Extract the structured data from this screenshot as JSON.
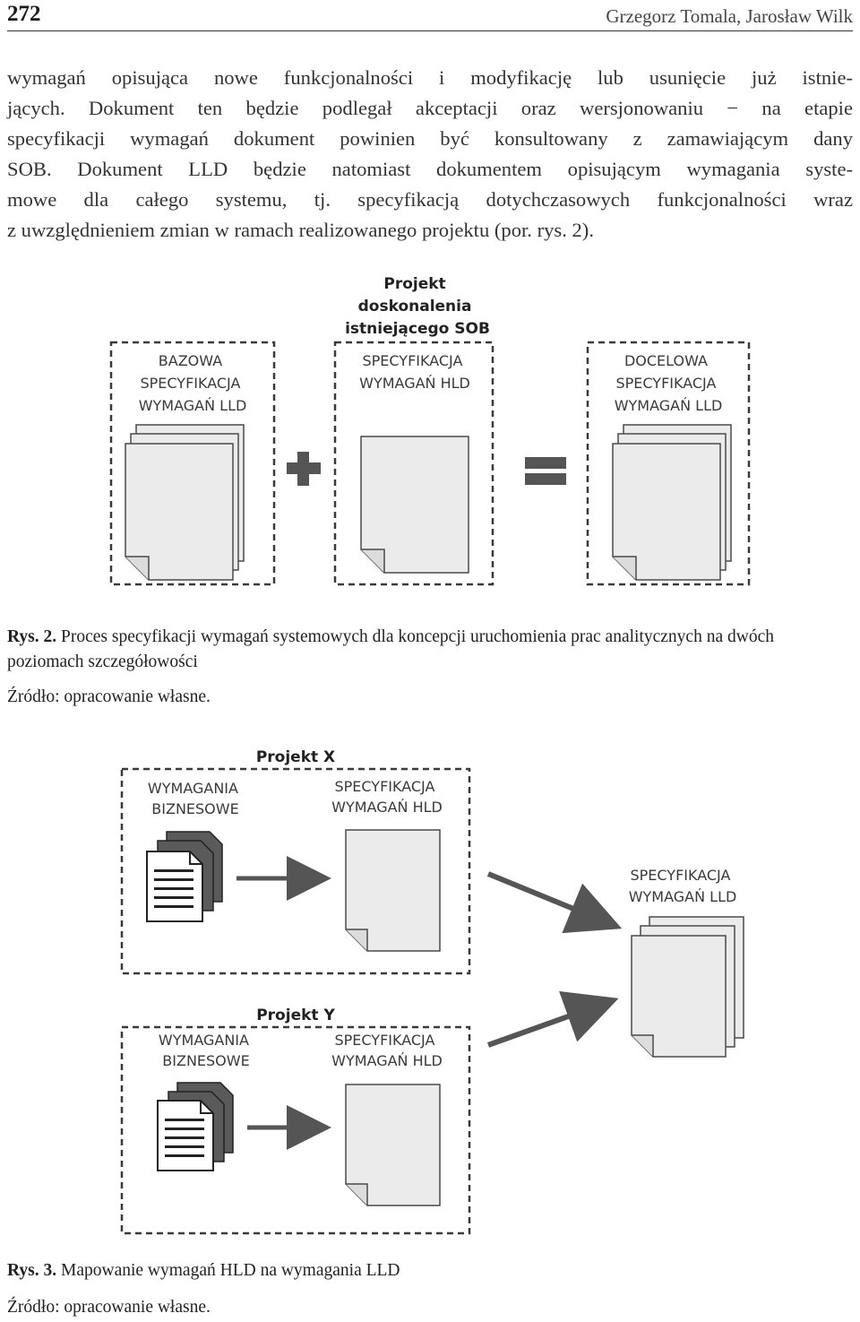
{
  "header": {
    "page_number": "272",
    "authors": "Grzegorz Tomala, Jarosław Wilk"
  },
  "paragraph": {
    "lines": [
      "wymagań opisująca nowe funkcjonalności i modyfikację lub usunięcie już istnie-",
      "jących. Dokument ten będzie podlegał akceptacji oraz wersjonowaniu − na etapie",
      "specyfikacji wymagań dokument powinien być konsultowany z zamawiającym dany",
      "SOB. Dokument LLD będzie natomiast dokumentem opisującym wymagania syste-",
      "mowe dla całego systemu, tj. specyfikacją dotychczasowych funkcjonalności wraz",
      "z uwzględnieniem zmian w ramach realizowanego projektu (por. rys. 2)."
    ]
  },
  "figure2": {
    "project_title": [
      "Projekt",
      "doskonalenia",
      "istniejącego SOB"
    ],
    "left_box": [
      "BAZOWA",
      "SPECYFIKACJA",
      "WYMAGAŃ LLD"
    ],
    "middle_box": [
      "SPECYFIKACJA",
      "WYMAGAŃ HLD"
    ],
    "right_box": [
      "DOCELOWA",
      "SPECYFIKACJA",
      "WYMAGAŃ LLD"
    ],
    "caption_label": "Rys. 2.",
    "caption_text": "Proces specyfikacji wymagań systemowych dla koncepcji uruchomienia prac analitycznych na dwóch poziomach szczegółowości",
    "source": "Źródło: opracowanie własne."
  },
  "figure3": {
    "project_x": "Projekt X",
    "project_y": "Projekt Y",
    "business": [
      "WYMAGANIA",
      "BIZNESOWE"
    ],
    "hld": [
      "SPECYFIKACJA",
      "WYMAGAŃ HLD"
    ],
    "target_lld": [
      "SPECYFIKACJA",
      "WYMAGAŃ LLD"
    ],
    "caption_label": "Rys. 3.",
    "caption_text": "Mapowanie wymagań HLD na wymagania LLD",
    "source": "Źródło: opracowanie własne."
  },
  "colors": {
    "page_fill": "#ebebeb",
    "page_stroke": "#4a4a4a",
    "dash": "#3a3a3a",
    "operator": "#555555",
    "dark_doc": "#5a5a5a"
  }
}
